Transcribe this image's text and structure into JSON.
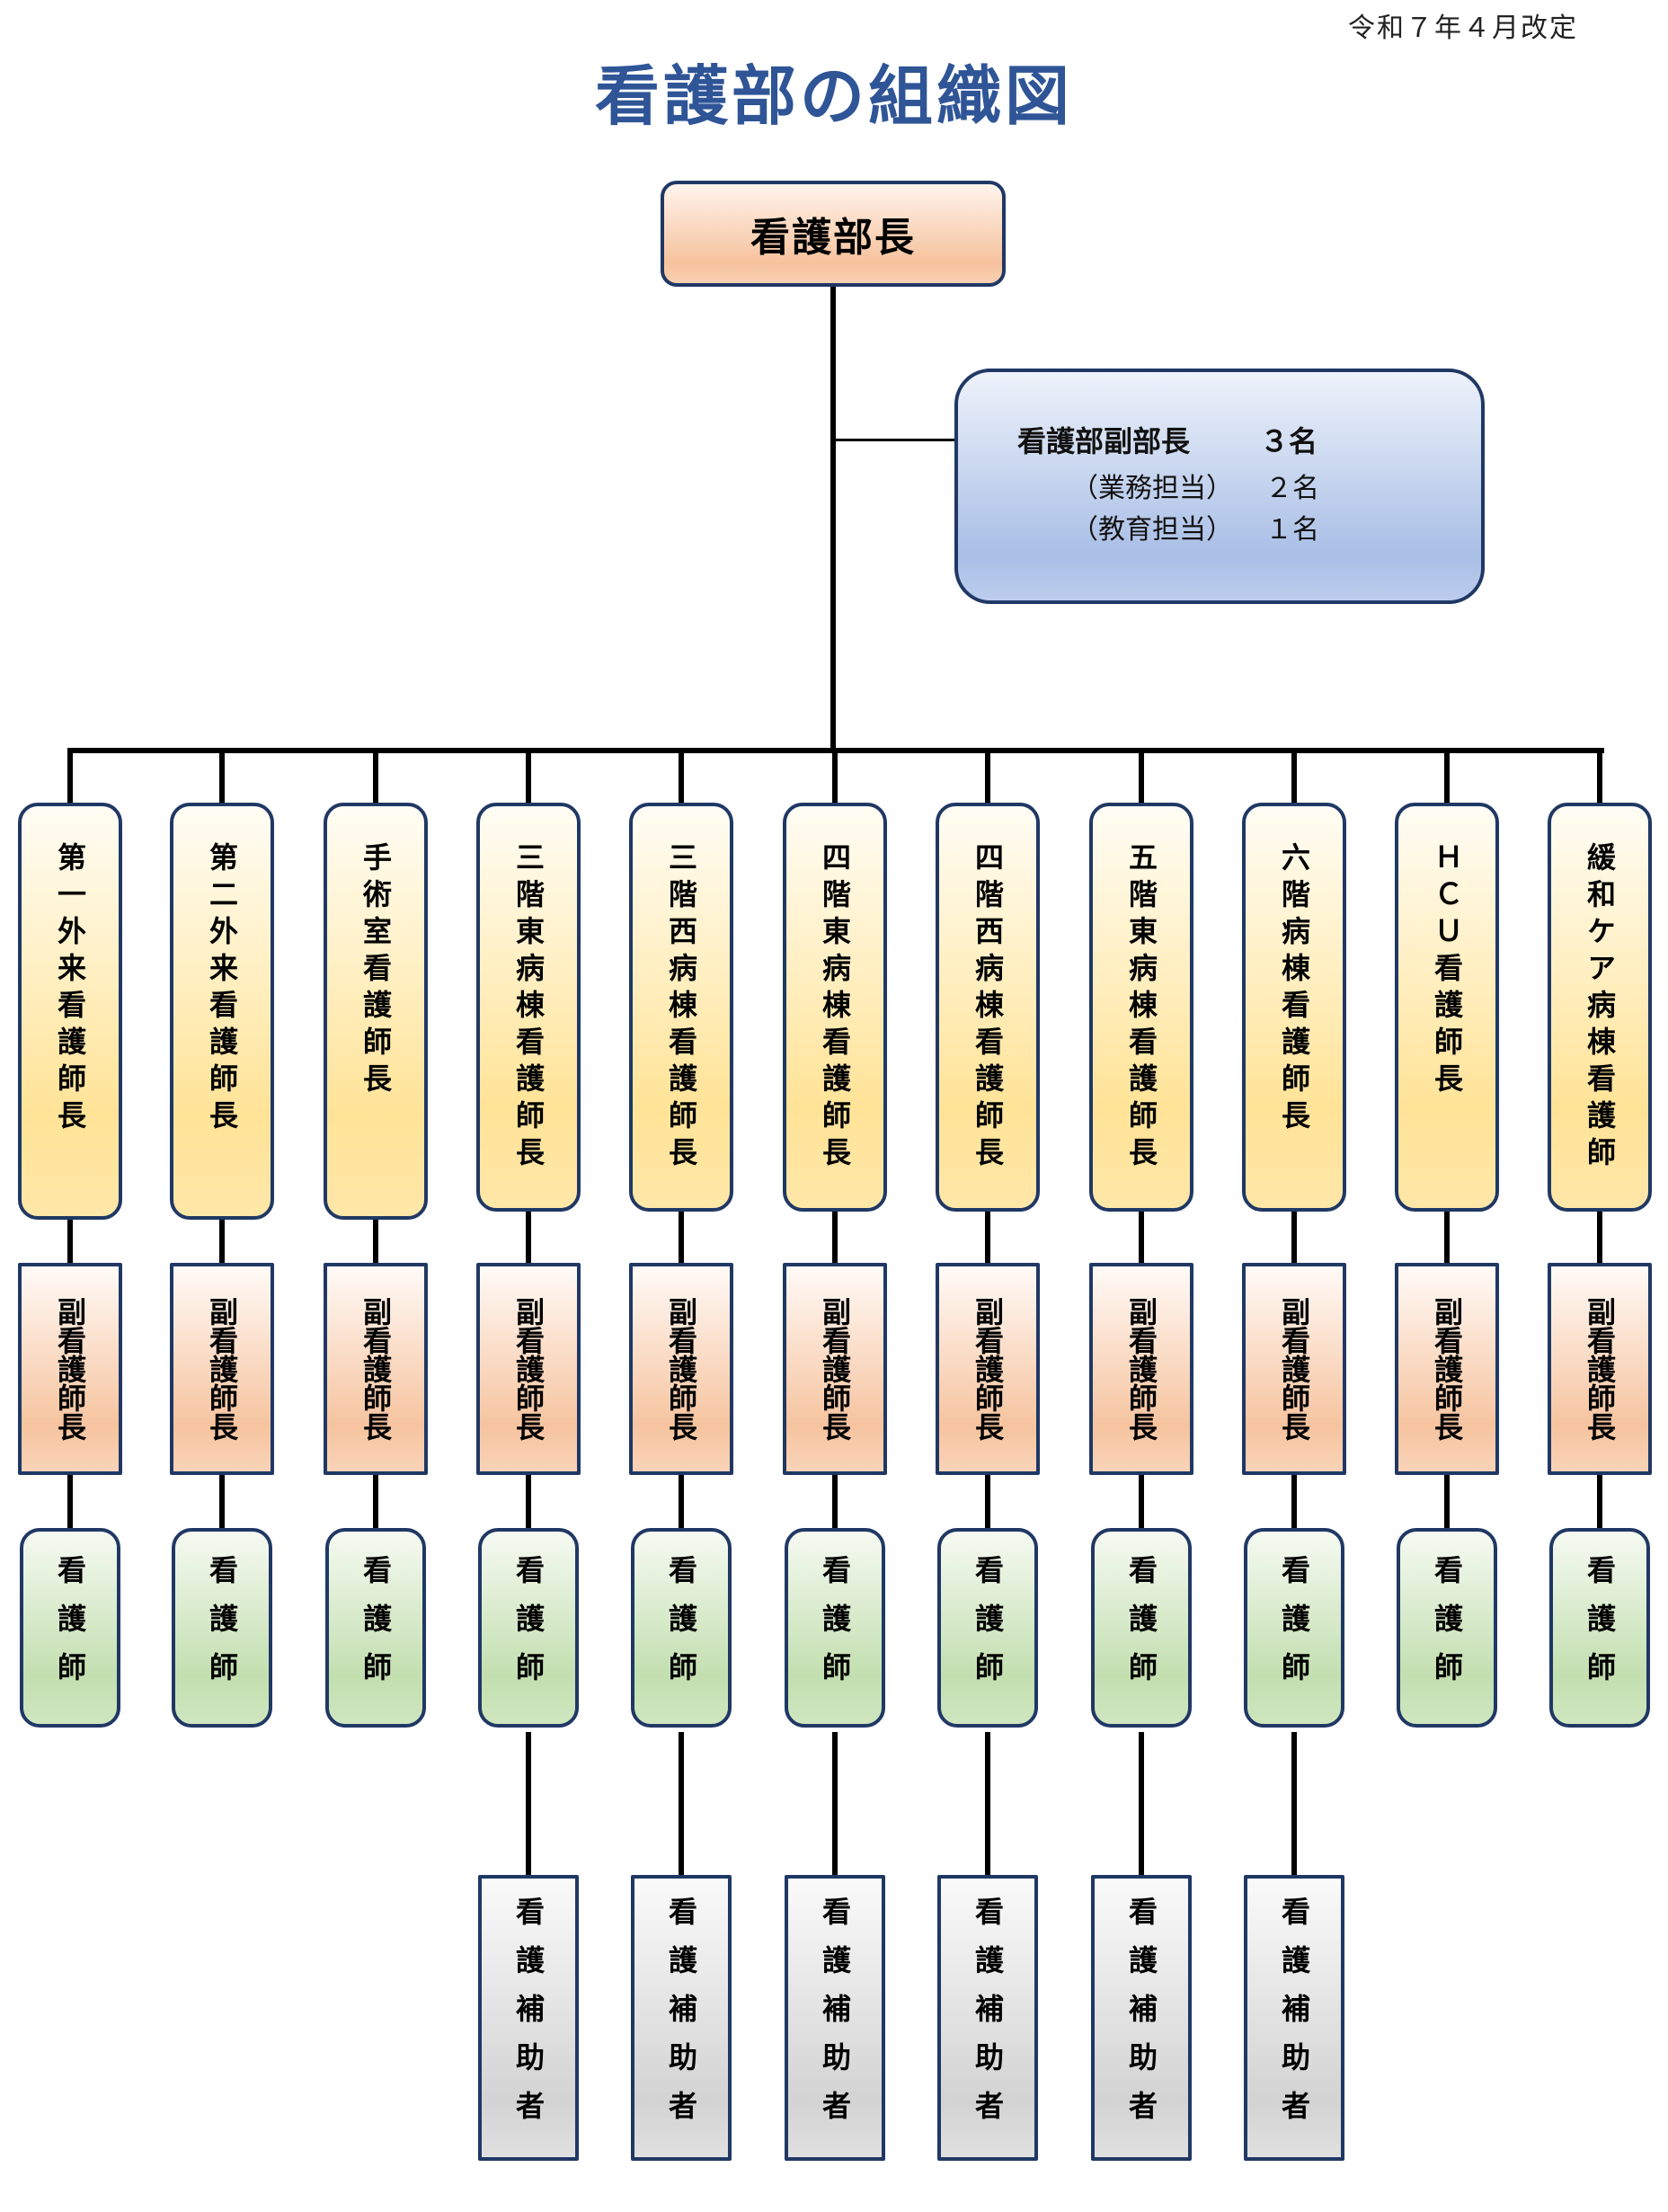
{
  "revision_date": "令和７年４月改定",
  "title": "看護部の組織図",
  "director": {
    "label": "看護部長"
  },
  "deputy": {
    "label": "看護部副部長",
    "count": "３名",
    "breakdown": [
      {
        "role": "（業務担当）",
        "count": "２名"
      },
      {
        "role": "（教育担当）",
        "count": "１名"
      }
    ]
  },
  "units": [
    {
      "head": "第一外来看護師長",
      "vice": "副看護師長",
      "nurse": "看護師",
      "aide": null
    },
    {
      "head": "第二外来看護師長",
      "vice": "副看護師長",
      "nurse": "看護師",
      "aide": null
    },
    {
      "head": "手術室看護師長",
      "vice": "副看護師長",
      "nurse": "看護師",
      "aide": null
    },
    {
      "head": "三階東病棟看護師長",
      "vice": "副看護師長",
      "nurse": "看護師",
      "aide": "看護補助者"
    },
    {
      "head": "三階西病棟看護師長",
      "vice": "副看護師長",
      "nurse": "看護師",
      "aide": "看護補助者"
    },
    {
      "head": "四階東病棟看護師長",
      "vice": "副看護師長",
      "nurse": "看護師",
      "aide": "看護補助者"
    },
    {
      "head": "四階西病棟看護師長",
      "vice": "副看護師長",
      "nurse": "看護師",
      "aide": "看護補助者"
    },
    {
      "head": "五階東病棟看護師長",
      "vice": "副看護師長",
      "nurse": "看護師",
      "aide": "看護補助者"
    },
    {
      "head": "六階病棟看護師長",
      "vice": "副看護師長",
      "nurse": "看護師",
      "aide": "看護補助者"
    },
    {
      "head": "ＨＣＵ看護師長",
      "vice": "副看護師長",
      "nurse": "看護師",
      "aide": null
    },
    {
      "head": "緩和ケア病棟看護師",
      "vice": "副看護師長",
      "nurse": "看護師",
      "aide": null
    }
  ],
  "colors": {
    "title": "#2f5597",
    "border": "#203864",
    "director_fill": "#f6c29c",
    "deputy_fill": "#a9bfe6",
    "head_fill": "#ffe397",
    "vice_fill": "#f6c49f",
    "nurse_fill": "#c3dfb0",
    "aide_fill": "#d3d3d3"
  }
}
